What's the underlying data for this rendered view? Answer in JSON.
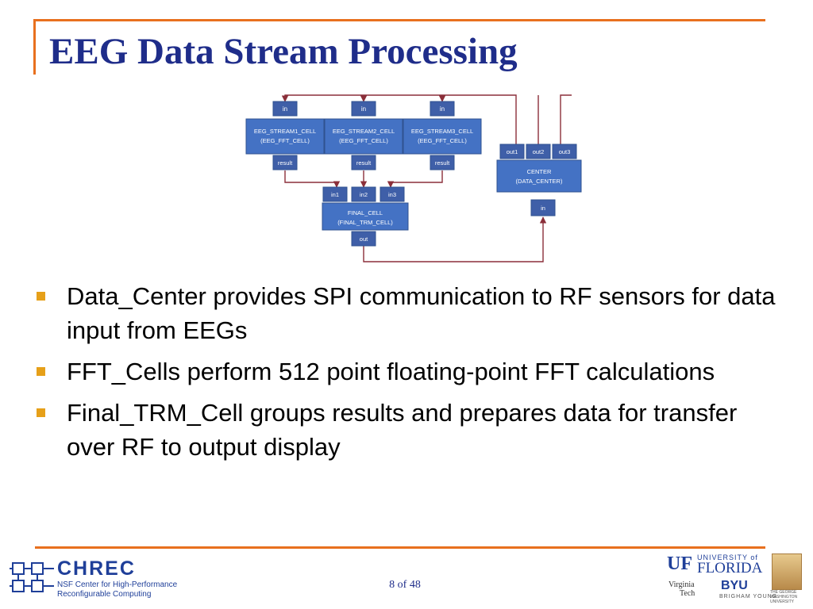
{
  "slide": {
    "title": "EEG Data Stream Processing",
    "page": "8 of 48"
  },
  "diagram": {
    "stream_cells": [
      {
        "in_label": "in",
        "name": "EEG_STREAM1_CELL",
        "type": "(EEG_FFT_CELL)",
        "out_label": "result"
      },
      {
        "in_label": "in",
        "name": "EEG_STREAM2_CELL",
        "type": "(EEG_FFT_CELL)",
        "out_label": "result"
      },
      {
        "in_label": "in",
        "name": "EEG_STREAM3_CELL",
        "type": "(EEG_FFT_CELL)",
        "out_label": "result"
      }
    ],
    "final_cell": {
      "inputs": [
        "in1",
        "in2",
        "in3"
      ],
      "name": "FINAL_CELL",
      "type": "(FINAL_TRM_CELL)",
      "out_label": "out"
    },
    "center_cell": {
      "outputs": [
        "out1",
        "out2",
        "out3"
      ],
      "name": "CENTER",
      "type": "(DATA_CENTER)",
      "in_label": "in"
    },
    "colors": {
      "box_fill": "#4472c4",
      "box_stroke": "#2f528f",
      "port_fill": "#3f5fa8",
      "arrow": "#8b2f3a"
    }
  },
  "bullets": [
    "Data_Center provides SPI communication to RF sensors for data input from EEGs",
    "FFT_Cells perform 512 point floating-point FFT calculations",
    "Final_TRM_Cell groups results and prepares data for transfer over RF to output display"
  ],
  "logos": {
    "chrec_name": "CHREC",
    "chrec_sub1": "NSF Center for High-Performance",
    "chrec_sub2": "Reconfigurable Computing",
    "uf_mark": "UF",
    "uf_univ": "UNIVERSITY of",
    "uf_florida": "FLORIDA",
    "vt_line1": "Virginia",
    "vt_line2": "Tech",
    "byu": "BYU",
    "byu_sub": "BRIGHAM YOUNG",
    "gw_text": "THE GEORGE WASHINGTON UNIVERSITY"
  },
  "accent_colors": {
    "frame": "#e8701e",
    "title": "#1f2d8a",
    "bullet": "#e6a019"
  }
}
